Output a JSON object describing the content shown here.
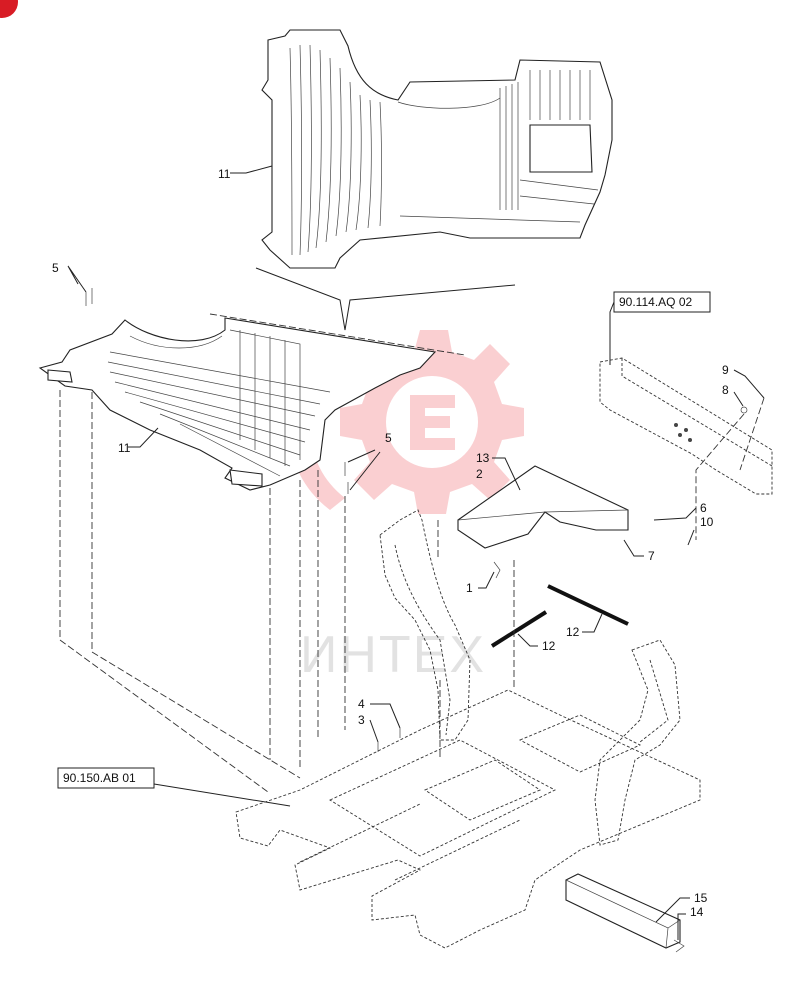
{
  "callouts": {
    "c11_top": "11",
    "c5_left": "5",
    "c11_mid": "11",
    "c5_mid": "5",
    "c13": "13",
    "c2": "2",
    "c1": "1",
    "c6": "6",
    "c10": "10",
    "c7": "7",
    "c9": "9",
    "c8": "8",
    "c12_a": "12",
    "c12_b": "12",
    "c4": "4",
    "c3": "3",
    "c15": "15",
    "c14": "14"
  },
  "references": {
    "ref_right": "90.114.AQ 02",
    "ref_left": "90.150.AB 01"
  },
  "watermark": {
    "text": "ИНТЕХ",
    "color": "#e8262d"
  }
}
